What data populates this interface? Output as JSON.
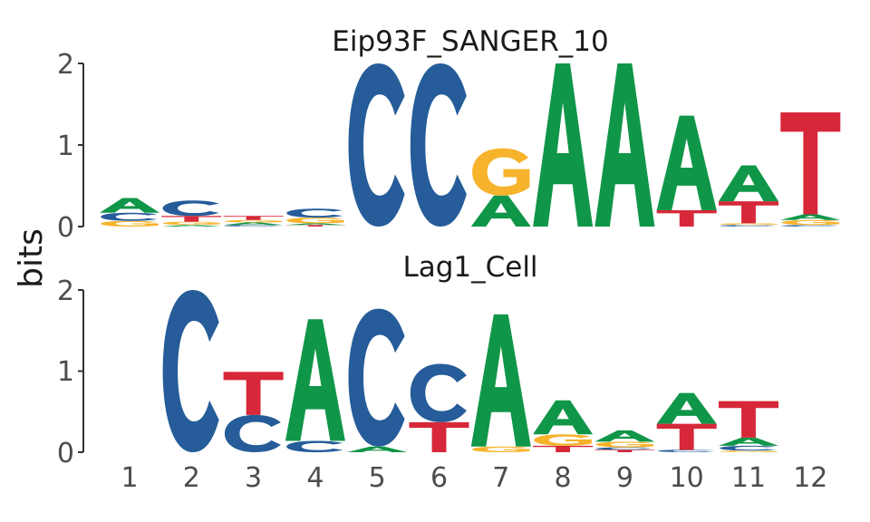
{
  "chart_data": {
    "type": "sequence-logo",
    "ylabel": "bits",
    "colors": {
      "A": "#109648",
      "C": "#255C99",
      "G": "#F7B32B",
      "T": "#D62839"
    },
    "panels": [
      {
        "title": "Eip93F_SANGER_10",
        "ylim": [
          0,
          2
        ],
        "yticks": [
          "0",
          "1",
          "2"
        ],
        "positions": [
          [
            {
              "b": "G",
              "h": 0.07
            },
            {
              "b": "C",
              "h": 0.1
            },
            {
              "b": "A",
              "h": 0.18
            }
          ],
          [
            {
              "b": "A",
              "h": 0.02
            },
            {
              "b": "G",
              "h": 0.04
            },
            {
              "b": "T",
              "h": 0.07
            },
            {
              "b": "C",
              "h": 0.19
            }
          ],
          [
            {
              "b": "C",
              "h": 0.02
            },
            {
              "b": "A",
              "h": 0.03
            },
            {
              "b": "G",
              "h": 0.03
            },
            {
              "b": "T",
              "h": 0.05
            }
          ],
          [
            {
              "b": "T",
              "h": 0.02
            },
            {
              "b": "A",
              "h": 0.02
            },
            {
              "b": "G",
              "h": 0.07
            },
            {
              "b": "C",
              "h": 0.11
            }
          ],
          [
            {
              "b": "C",
              "h": 2.0
            }
          ],
          [
            {
              "b": "C",
              "h": 2.0
            }
          ],
          [
            {
              "b": "A",
              "h": 0.38
            },
            {
              "b": "G",
              "h": 0.58
            }
          ],
          [
            {
              "b": "A",
              "h": 2.0
            }
          ],
          [
            {
              "b": "A",
              "h": 2.0
            }
          ],
          [
            {
              "b": "T",
              "h": 0.2
            },
            {
              "b": "A",
              "h": 1.16
            }
          ],
          [
            {
              "b": "C",
              "h": 0.02
            },
            {
              "b": "G",
              "h": 0.02
            },
            {
              "b": "T",
              "h": 0.27
            },
            {
              "b": "A",
              "h": 0.44
            }
          ],
          [
            {
              "b": "C",
              "h": 0.02
            },
            {
              "b": "G",
              "h": 0.06
            },
            {
              "b": "A",
              "h": 0.07
            },
            {
              "b": "T",
              "h": 1.25
            }
          ]
        ]
      },
      {
        "title": "Lag1_Cell",
        "ylim": [
          0,
          2
        ],
        "yticks": [
          "0",
          "1",
          "2"
        ],
        "xticks": [
          "1",
          "2",
          "3",
          "4",
          "5",
          "6",
          "7",
          "8",
          "9",
          "10",
          "11",
          "12"
        ],
        "positions": [
          [],
          [
            {
              "b": "C",
              "h": 2.0
            }
          ],
          [
            {
              "b": "C",
              "h": 0.46
            },
            {
              "b": "T",
              "h": 0.53
            }
          ],
          [
            {
              "b": "C",
              "h": 0.14
            },
            {
              "b": "A",
              "h": 1.5
            }
          ],
          [
            {
              "b": "A",
              "h": 0.07
            },
            {
              "b": "C",
              "h": 1.7
            }
          ],
          [
            {
              "b": "T",
              "h": 0.37
            },
            {
              "b": "C",
              "h": 0.72
            }
          ],
          [
            {
              "b": "G",
              "h": 0.07
            },
            {
              "b": "A",
              "h": 1.63
            }
          ],
          [
            {
              "b": "T",
              "h": 0.08
            },
            {
              "b": "G",
              "h": 0.14
            },
            {
              "b": "A",
              "h": 0.42
            }
          ],
          [
            {
              "b": "T",
              "h": 0.03
            },
            {
              "b": "C",
              "h": 0.03
            },
            {
              "b": "G",
              "h": 0.07
            },
            {
              "b": "A",
              "h": 0.14
            }
          ],
          [
            {
              "b": "C",
              "h": 0.03
            },
            {
              "b": "T",
              "h": 0.32
            },
            {
              "b": "A",
              "h": 0.38
            }
          ],
          [
            {
              "b": "G",
              "h": 0.02
            },
            {
              "b": "C",
              "h": 0.06
            },
            {
              "b": "A",
              "h": 0.1
            },
            {
              "b": "T",
              "h": 0.45
            }
          ],
          []
        ]
      }
    ]
  }
}
